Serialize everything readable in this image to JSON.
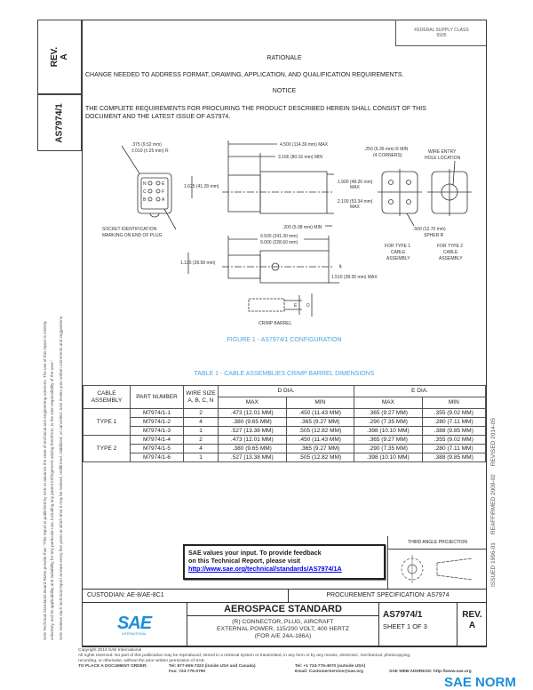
{
  "side_boxes": {
    "rev": "REV.",
    "rev_value": "A",
    "doc_number": "AS7974/1"
  },
  "disclaimer": {
    "line1": "SAE Technical Standards Board Rules provide that: \"This report is published by SAE to advance the state of technical and engineering sciences. The use of this report is entirely",
    "line2": "voluntary, and its applicability and suitability for any particular use, including any patent infringement arising therefrom, is the sole responsibility of the user.\"",
    "line3": "SAE reviews each technical report at least every five years at which time it may be revised, reaffirmed, stabilized, or cancelled. SAE invites your written comments and suggestions."
  },
  "history": "ISSUED 1996-01     REAFFIRMED 2009-02     REVISED 2014-05",
  "fsc": {
    "label": "FEDERAL SUPPLY CLASS",
    "value": "5935"
  },
  "rationale": {
    "heading": "RATIONALE",
    "text": "CHANGE NEEDED TO ADDRESS FORMAT, DRAWING, APPLICATION, AND QUALIFICATION REQUIREMENTS."
  },
  "notice": {
    "heading": "NOTICE",
    "text": "THE COMPLETE REQUIREMENTS FOR PROCURING THE PRODUCT DESCRIBED HEREIN SHALL CONSIST OF THIS DOCUMENT AND THE LATEST ISSUE OF AS7974."
  },
  "figure": {
    "caption": "FIGURE 1 - AS7974/1 CONFIGURATION",
    "dims": {
      "d375": ".375 (9.52 mm)",
      "tol": "±.010 (±.25 mm) R",
      "max4500": "4.500 (114.30 mm) MAX",
      "min3166": "3.166 (80.16 mm) MIN",
      "d1625": "1.625 (41.28 mm)",
      "d1900": "1.900 (48.26 mm)",
      "d1900b": "MAX",
      "d2100": "2.100 (53.34 mm)",
      "d2100b": "MAX",
      "d200": ".200 (5.08 mm) MIN",
      "d9500": "9.500 (241.30 mm)",
      "d9000": "9.000 (228.60 mm)",
      "d1125": "1.125 (28.58 mm)",
      "d1510": "1.510 (38.35 mm) MAX",
      "d250": ".250 (6.35 mm) R MIN",
      "d250b": "(4 CORNERS)",
      "wire1": "WIRE ENTRY",
      "wire2": "HOLE LOCATION",
      "d500": ".500 (12.70 mm)",
      "d500b": "SPHER R",
      "socket1": "SOCKET IDENTIFICATION",
      "socket2": "MARKING ON END OF PLUG",
      "type1a": "FOR TYPE 1",
      "type1b": "CABLE",
      "type1c": "ASSEMBLY",
      "type2a": "FOR TYPE 2",
      "type2b": "CABLE",
      "type2c": "ASSEMBLY",
      "crimp": "CRIMP BARREL",
      "labE": "E",
      "labD": "D",
      "cl": "℄",
      "pins": [
        "N",
        "E",
        "C",
        "F",
        "B",
        "A"
      ]
    }
  },
  "table": {
    "caption": "TABLE 1 - CABLE ASSEMBLIES CRIMP BARREL DIMENSIONS",
    "headers": {
      "cable": "CABLE ASSEMBLY",
      "part": "PART NUMBER",
      "wire": "WIRE SIZE A, B, C, N",
      "d_dia": "D DIA.",
      "e_dia": "E DIA.",
      "max": "MAX",
      "min": "MIN",
      "max2": "MAX",
      "min2": "MIN"
    },
    "groups": [
      {
        "name": "TYPE 1",
        "rows": [
          [
            "M7974/1-1",
            "2",
            ".473 (12.01 MM)",
            ".450 (11.43 MM)",
            ".365 (9.27 MM)",
            ".355 (9.02 MM)"
          ],
          [
            "M7974/1-2",
            "4",
            ".380 (9.65 MM)",
            ".365 (9.27 MM)",
            ".290 (7.35 MM)",
            ".280 (7.11 MM)"
          ],
          [
            "M7974/1-3",
            "1",
            ".527 (13.38 MM)",
            ".505 (12.82 MM)",
            ".398 (10.10 MM)",
            ".388 (9.85 MM)"
          ]
        ]
      },
      {
        "name": "TYPE 2",
        "rows": [
          [
            "M7974/1-4",
            "2",
            ".473 (12.01 MM)",
            ".450 (11.43 MM)",
            ".365 (9.27 MM)",
            ".355 (9.02 MM)"
          ],
          [
            "M7974/1-5",
            "4",
            ".380 (9.65 MM)",
            ".365 (9.27 MM)",
            ".290 (7.35 MM)",
            ".280 (7.11 MM)"
          ],
          [
            "M7974/1-6",
            "1",
            ".527 (13.38 MM)",
            ".505 (12.82 MM)",
            ".398 (10.10 MM)",
            ".388 (9.85 MM)"
          ]
        ]
      }
    ]
  },
  "feedback": {
    "line1": "SAE values your input. To provide feedback",
    "line2": "on this Technical Report, please visit",
    "link": "http://www.sae.org/technical/standards/AS7974/1A"
  },
  "projection": {
    "label": "THIRD ANGLE PROJECTION"
  },
  "custodian": "CUSTODIAN: AE-8/AE-8C1",
  "procurement": "PROCUREMENT SPECIFICATION: AS7974",
  "title_block": {
    "logo": "SAE",
    "logo_sub": "INTERNATIONAL",
    "standard": "AEROSPACE STANDARD",
    "title1": "(R) CONNECTOR, PLUG, AIRCRAFT",
    "title2": "EXTERNAL POWER, 115/200 VOLT, 400 HERTZ",
    "title3": "(FOR A/E 24A-186A)",
    "doc": "AS7974/1",
    "sheet": "SHEET 1 OF 3",
    "rev": "REV.",
    "rev_value": "A"
  },
  "footer": {
    "copyright": "Copyright 2014 SAE International",
    "rights": "All rights reserved. No part of this publication may be reproduced, stored in a retrieval system or transmitted, in any form or by any means, electronic, mechanical, photocopying,",
    "rights2": "recording, or otherwise, without the prior written permission of SAE.",
    "order_label": "TO PLACE A DOCUMENT ORDER:",
    "tel1": "Tel: 877-606-7323 (inside USA and Canada)",
    "fax": "Fax: 724-776-0790",
    "tel2": "Tel: +1 724-776-4970 (outside USA)",
    "email": "Email: CustomerService@sae.org",
    "web": "SAE WEB ADDRESS: http://www.sae.org"
  },
  "watermark": {
    "text": "SAE NORM"
  },
  "colors": {
    "caption_blue": "#4aa3df",
    "link": "#0000ee",
    "logo_blue": "#1c8fd6"
  }
}
